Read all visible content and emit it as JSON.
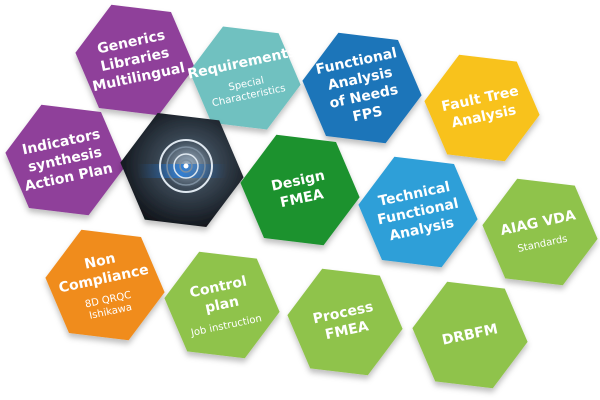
{
  "colors": {
    "purple": "#8f3f9a",
    "teal": "#6fc1c0",
    "blue": "#1f75b9",
    "yellow": "#f8c21a",
    "green_dark": "#1b922f",
    "green_light": "#8fc34b",
    "orange": "#f08c1c",
    "sky": "#2f9fd8",
    "photo_dark": "#1b1f25"
  },
  "hexagons": [
    {
      "id": "generics",
      "color_key": "purple",
      "lines": [
        "Generics",
        "Libraries",
        "Multilingual"
      ],
      "sub": []
    },
    {
      "id": "requirements",
      "color_key": "teal",
      "lines": [
        "Requirements"
      ],
      "sub": [
        "Special",
        "Characteristics"
      ]
    },
    {
      "id": "functional-analysis",
      "color_key": "blue",
      "lines": [
        "Functional",
        "Analysis",
        "of Needs",
        "FPS"
      ],
      "sub": []
    },
    {
      "id": "fault-tree",
      "color_key": "yellow",
      "lines": [
        "Fault Tree",
        "Analysis"
      ],
      "sub": []
    },
    {
      "id": "indicators",
      "color_key": "purple",
      "lines": [
        "Indicators",
        "synthesis",
        "Action Plan"
      ],
      "sub": []
    },
    {
      "id": "photo",
      "color_key": "photo_dark",
      "lines": [],
      "sub": []
    },
    {
      "id": "design-fmea",
      "color_key": "green_dark",
      "lines": [
        "Design",
        "FMEA"
      ],
      "sub": []
    },
    {
      "id": "technical-analysis",
      "color_key": "sky",
      "lines": [
        "Technical",
        "Functional",
        "Analysis"
      ],
      "sub": []
    },
    {
      "id": "aiag-vda",
      "color_key": "green_light",
      "lines": [
        "AIAG VDA"
      ],
      "sub": [
        "Standards"
      ]
    },
    {
      "id": "non-compliance",
      "color_key": "orange",
      "lines": [
        "Non",
        "Compliance"
      ],
      "sub": [
        "8D QRQC",
        "Ishikawa"
      ]
    },
    {
      "id": "control-plan",
      "color_key": "green_light",
      "lines": [
        "Control",
        "plan"
      ],
      "sub": [
        "Job instruction"
      ]
    },
    {
      "id": "process-fmea",
      "color_key": "green_light",
      "lines": [
        "Process",
        "FMEA"
      ],
      "sub": []
    },
    {
      "id": "drbfm",
      "color_key": "green_light",
      "lines": [
        "DRBFM"
      ],
      "sub": []
    }
  ]
}
